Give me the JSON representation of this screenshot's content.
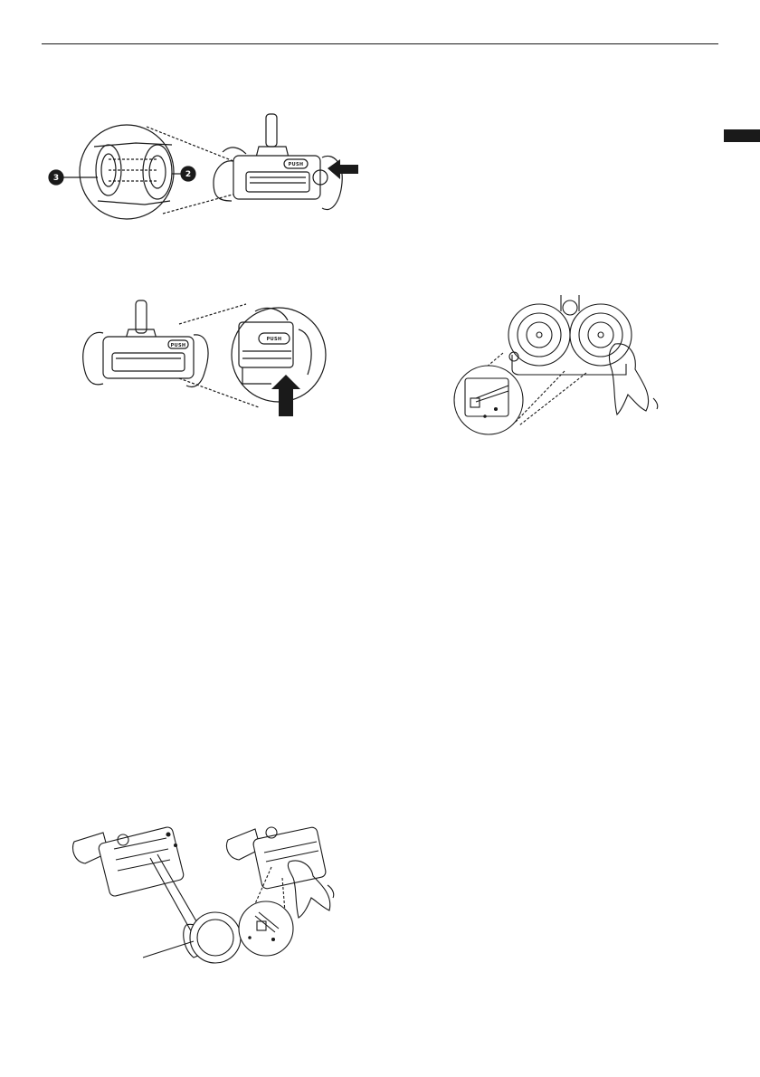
{
  "figures": {
    "connector_detail": {
      "callouts": [
        "3",
        "2"
      ],
      "label": "PUSH",
      "arrow_icon": "arrow-left-icon"
    },
    "cover_lift": {
      "label": "PUSH",
      "arrow_icon": "arrow-up-icon"
    },
    "dual_brush_clean": {
      "cloth_icon": "cloth-icon"
    },
    "brush_clean": {
      "tweezer_icon": "tweezer-icon",
      "cloth_icon": "cloth-icon"
    }
  },
  "colors": {
    "ink": "#1a1a1a",
    "paper": "#ffffff",
    "tab": "#1a1a1a"
  }
}
